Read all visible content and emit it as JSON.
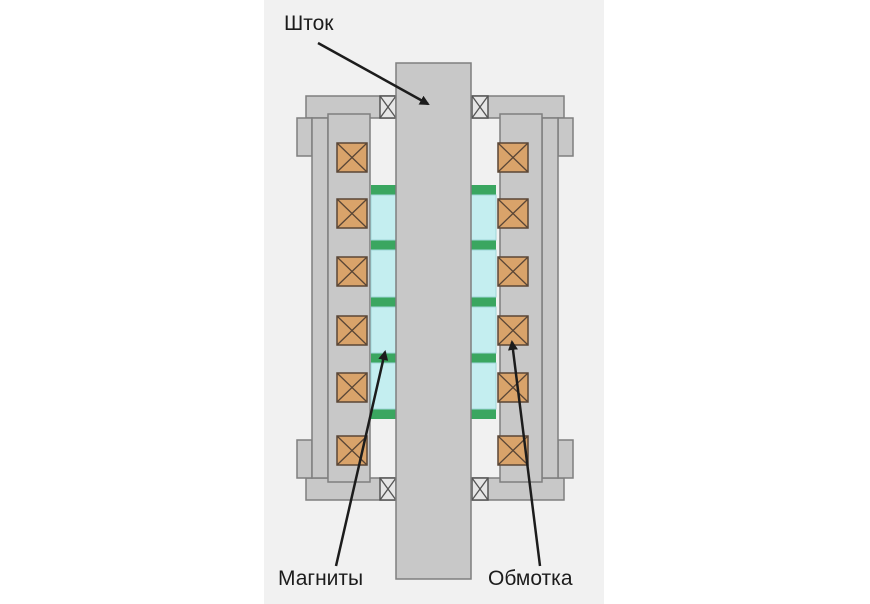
{
  "labels": {
    "rod": "Шток",
    "magnets": "Магниты",
    "winding": "Обмотка"
  },
  "colors": {
    "background_panel": "#f1f1f1",
    "steel": "#c8c8c8",
    "steel_outline": "#7f7f7f",
    "coil": "#d9a36a",
    "coil_outline": "#5a4636",
    "magnet": "#c4eef0",
    "magnet_spacer": "#3aa660",
    "arrow": "#1c1c1c"
  },
  "icons": {
    "coil_symbol": "crossed-box",
    "bearing_symbol": "crossed-box"
  }
}
